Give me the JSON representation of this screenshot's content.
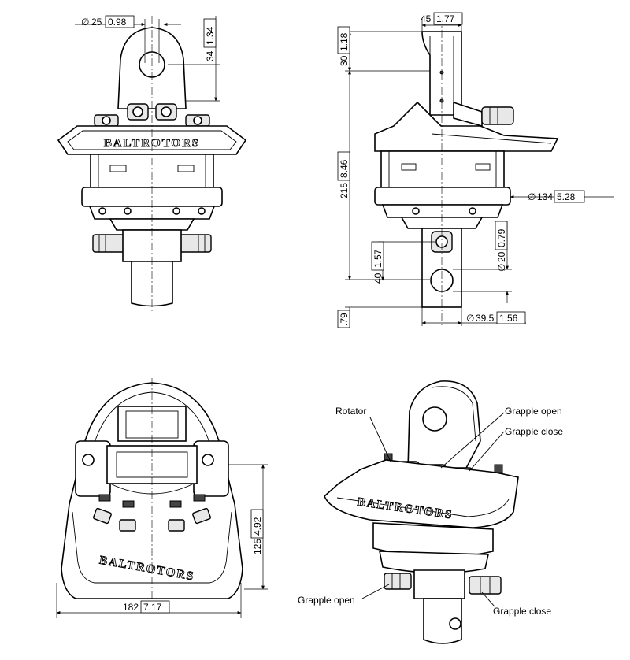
{
  "brand": "BALTROTORS",
  "dimensions": {
    "pin_diameter": {
      "symbol": "∅",
      "mm": "25",
      "inch": "0.98"
    },
    "eye_height": {
      "mm": "34",
      "inch": "1.34"
    },
    "top_width": {
      "mm": "45",
      "inch": "1.77"
    },
    "top_offset": {
      "mm": "30",
      "inch": "1.18"
    },
    "total_height": {
      "mm": "215",
      "inch": "8.46"
    },
    "body_diameter": {
      "symbol": "∅",
      "mm": "134",
      "inch": "5.28"
    },
    "shaft_hole_diameter": {
      "symbol": "∅",
      "mm": "20",
      "inch": "0.79"
    },
    "hole_spacing": {
      "mm": "40",
      "inch": "1.57"
    },
    "shaft_diameter": {
      "symbol": "∅",
      "mm": "39.5",
      "inch": "1.56"
    },
    "bottom_offset": {
      "inch": ".79"
    },
    "base_width": {
      "mm": "182",
      "inch": "7.17"
    },
    "base_depth": {
      "mm": "125",
      "inch": "4.92"
    }
  },
  "labels": {
    "rotator": "Rotator",
    "grapple_open_top": "Grapple open",
    "grapple_close_top": "Grapple close",
    "grapple_open_bottom": "Grapple open",
    "grapple_close_bottom": "Grapple close"
  }
}
